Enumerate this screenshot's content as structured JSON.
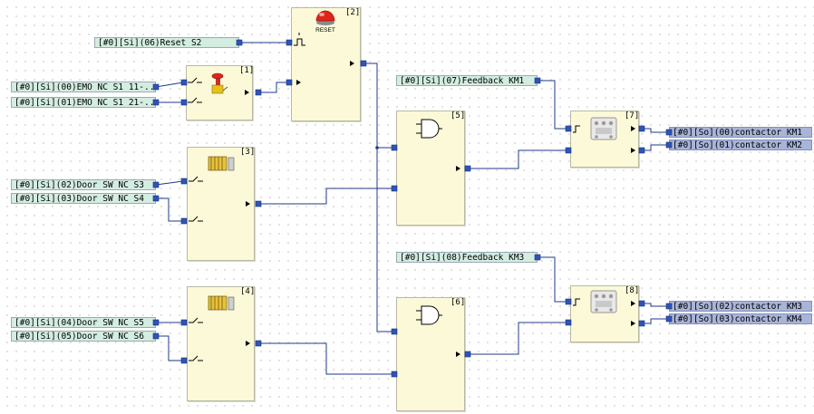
{
  "inputs": {
    "reset_s2": "[#0][Si](06)Reset S2",
    "emo_11": "[#0][Si](00)EMO NC S1 11-...",
    "emo_21": "[#0][Si](01)EMO NC S1 21-...",
    "door_s3": "[#0][Si](02)Door SW NC S3",
    "door_s4": "[#0][Si](03)Door SW NC S4",
    "door_s5": "[#0][Si](04)Door SW NC S5",
    "door_s6": "[#0][Si](05)Door SW NC S6",
    "fb_km1": "[#0][Si](07)Feedback KM1 _...",
    "fb_km3": "[#0][Si](08)Feedback KM3 _..."
  },
  "outputs": {
    "km1": "[#0][So](00)contactor KM1",
    "km2": "[#0][So](01)contactor KM2",
    "km3": "[#0][So](02)contactor KM3",
    "km4": "[#0][So](03)contactor KM4"
  },
  "blocks": {
    "b1": "[1]",
    "b2": "[2]",
    "b3": "[3]",
    "b4": "[4]",
    "b5": "[5]",
    "b6": "[6]",
    "b7": "[7]",
    "b8": "[8]"
  },
  "reset_label": "RESET",
  "icons": {
    "b1": "emergency-stop-icon",
    "b2": "reset-button-icon",
    "b3": "safety-door-icon",
    "b4": "safety-door-icon",
    "b5": "and-gate-icon",
    "b6": "and-gate-icon",
    "b7": "contactor-icon",
    "b8": "contactor-icon"
  },
  "colors": {
    "wire": "#1f3a8a",
    "port": "#2f54b8",
    "block_fill": "#fbf9d8",
    "input_fill": "#d3ede1",
    "output_fill": "#a8b4d8"
  }
}
